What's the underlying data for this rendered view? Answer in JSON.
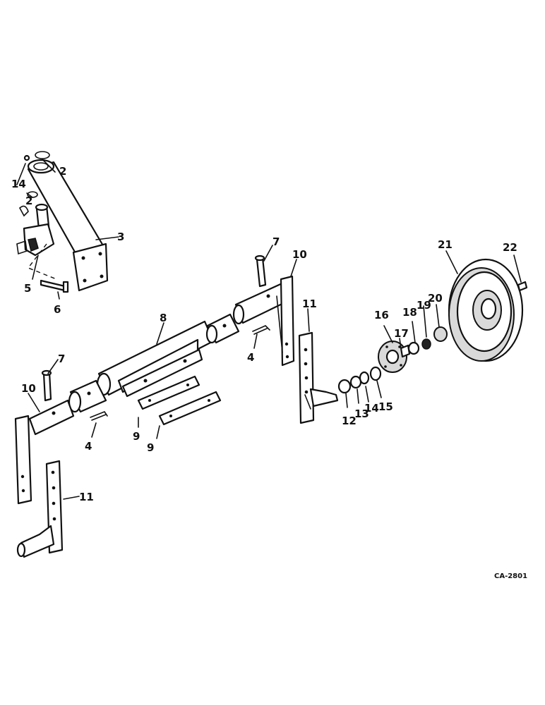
{
  "callouts": [
    {
      "id": "c14a",
      "label": "14"
    },
    {
      "id": "c2a",
      "label": "2"
    },
    {
      "id": "c2b",
      "label": "2"
    },
    {
      "id": "c3",
      "label": "3"
    },
    {
      "id": "c5",
      "label": "5"
    },
    {
      "id": "c6",
      "label": "6"
    },
    {
      "id": "c7a",
      "label": "7"
    },
    {
      "id": "c10a",
      "label": "10"
    },
    {
      "id": "c8",
      "label": "8"
    },
    {
      "id": "c11a",
      "label": "11"
    },
    {
      "id": "c4a",
      "label": "4"
    },
    {
      "id": "c7b",
      "label": "7"
    },
    {
      "id": "c10b",
      "label": "10"
    },
    {
      "id": "c4b",
      "label": "4"
    },
    {
      "id": "c9a",
      "label": "9"
    },
    {
      "id": "c9b",
      "label": "9"
    },
    {
      "id": "c11b",
      "label": "11"
    },
    {
      "id": "c16",
      "label": "16"
    },
    {
      "id": "c17",
      "label": "17"
    },
    {
      "id": "c18",
      "label": "18"
    },
    {
      "id": "c19",
      "label": "19"
    },
    {
      "id": "c20",
      "label": "20"
    },
    {
      "id": "c21",
      "label": "21"
    },
    {
      "id": "c22",
      "label": "22"
    },
    {
      "id": "c12",
      "label": "12"
    },
    {
      "id": "c13",
      "label": "13"
    },
    {
      "id": "c14b",
      "label": "14"
    },
    {
      "id": "c15",
      "label": "15"
    }
  ],
  "drawing_code": "CA-2801"
}
